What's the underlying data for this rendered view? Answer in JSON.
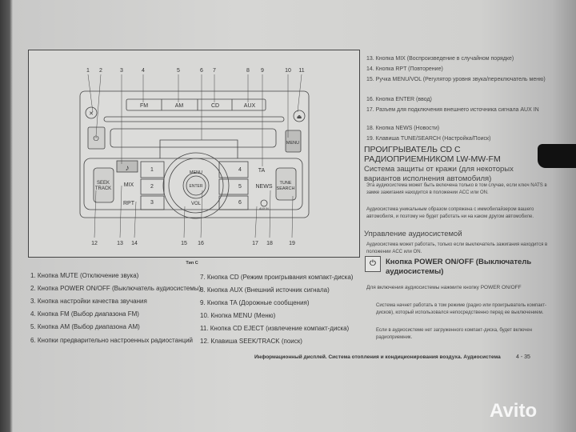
{
  "diagram": {
    "callouts": [
      "1",
      "2",
      "3",
      "4",
      "5",
      "6",
      "7",
      "8",
      "9",
      "10",
      "11",
      "12",
      "13",
      "14",
      "15",
      "16",
      "17",
      "18",
      "19"
    ],
    "buttons": {
      "fm": "FM",
      "am": "AM",
      "cd": "CD",
      "aux": "AUX",
      "menu": "MENU",
      "seek": "SEEK",
      "track": "TRACK",
      "mix": "MIX",
      "rpt": "RPT",
      "p1": "1",
      "p2": "2",
      "p3": "3",
      "p4": "4",
      "p5": "5",
      "p6": "6",
      "knob_menu": "MENU",
      "enter": "ENTER",
      "vol": "VOL",
      "ta": "TA",
      "news": "NEWS",
      "tune": "TUNE",
      "search": "SEARCH",
      "aux_in": "AUX IN"
    },
    "caption": "Тип C"
  },
  "left_list": [
    "1. Кнопка MUTE (Отключение звука)",
    "2. Кнопка POWER ON/OFF (Выключатель аудиосистемы)",
    "3. Кнопка настройки качества звучания",
    "4. Кнопка FM (Выбор диапазона FM)",
    "5. Кнопка AM (Выбор диапазона AM)",
    "6. Кнопки предварительно настроенных радиостанций"
  ],
  "mid_list": [
    "7. Кнопка CD (Режим проигрывания компакт-диска)",
    "8. Кнопка AUX (Внешний источник сигнала)",
    "9. Кнопка TA (Дорожные сообщения)",
    "10. Кнопка MENU (Меню)",
    "11. Кнопка CD EJECT (извлечение компакт-диска)",
    "12. Клавиша SEEK/TRACK (поиск)"
  ],
  "right_list": [
    "13. Кнопка MIX (Воспроизведение в случайном порядке)",
    "14. Кнопка RPT (Повторение)",
    "15. Ручка MENU/VOL (Регулятор уровня звука/переключатель меню)",
    "16. Кнопка ENTER (ввод)",
    "17. Разъем для подключения внешнего источника сигнала AUX IN",
    "18. Кнопка NEWS (Новости)",
    "19. Клавиша TUNE/SEARCH (Настройка/Поиск)"
  ],
  "section_title": "ПРОИГРЫВАТЕЛЬ CD С РАДИОПРИЕМНИКОМ LW-MW-FM",
  "theft_title": "Система защиты от кражи (для некоторых вариантов исполнения автомобиля)",
  "theft_p1": "Эта аудиосистема может быть включена только в том случае, если ключ NATS в замке зажигания находится в положении ACC или ON.",
  "theft_p2": "Аудиосистема уникальным образом сопряжена с иммобилайзером вашего автомобиля, и поэтому не будет работать ни на каком другом автомобиле.",
  "control_title": "Управление аудиосистемой",
  "control_p": "Аудиосистема может работать, только если выключатель зажигания находится в положении ACC или ON.",
  "power_title": "Кнопка POWER ON/OFF (Выключатель аудиосистемы)",
  "power_p": "Для включения аудиосистемы нажмите кнопку POWER ON/OFF",
  "bullets": [
    "Система начнет работать в том режиме (радио или проигрыватель компакт-дисков), который использовался непосредственно перед ее выключением.",
    "Если в аудиосистеме нет загруженного компакт-диска, будет включен радиоприемник."
  ],
  "footer": "Информационный дисплей. Система отопления и кондиционирования воздуха. Аудиосистема",
  "page_number": "4 - 35",
  "watermark": "Avito"
}
